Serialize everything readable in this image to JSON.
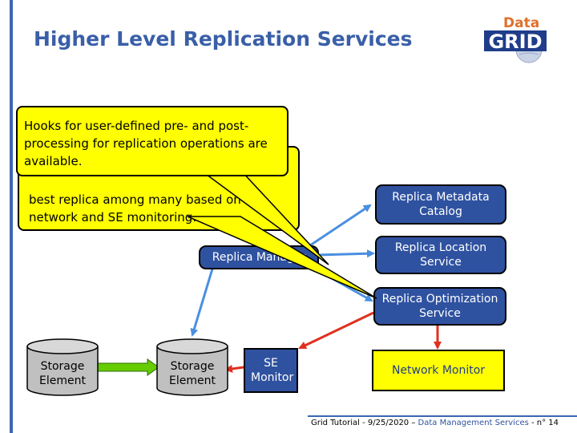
{
  "slide": {
    "title": "Higher Level Replication Services",
    "logo": {
      "top_text": "Data",
      "main_text": "GRID"
    }
  },
  "callouts": {
    "front": "Hooks for user-defined pre- and post-processing for replication operations are available.",
    "back_visible_line1": "best replica among many based on",
    "back_visible_line2": "network and SE monitoring."
  },
  "boxes": {
    "replica_metadata_catalog": "Replica Metadata Catalog",
    "replica_location_service": "Replica Location Service",
    "replica_manager": "Replica Manager",
    "replica_optimization_service": "Replica Optimization Service",
    "se_monitor": "SE Monitor",
    "network_monitor": "Network Monitor"
  },
  "storage": {
    "left": "Storage Element",
    "right": "Storage Element"
  },
  "footer": {
    "prefix": "Grid Tutorial  - 9/25/2020 – ",
    "link": "Data Management Services",
    "suffix": " - n° 14"
  },
  "colors": {
    "accent_blue": "#2f52a0",
    "callout_yellow": "#ffff00",
    "arrow_blue": "#4a8fe0",
    "arrow_red": "#e03020",
    "storage_link_green": "#66cc00"
  }
}
